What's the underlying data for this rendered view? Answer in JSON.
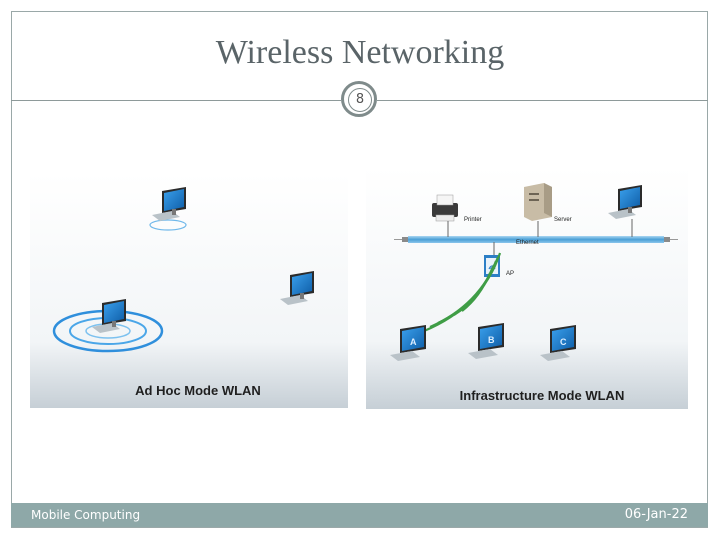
{
  "slide": {
    "title": "Wireless Networking",
    "page_number": "8"
  },
  "left_figure": {
    "caption": "Ad Hoc Mode WLAN"
  },
  "right_figure": {
    "caption": "Infrastructure Mode WLAN",
    "labels": {
      "printer": "Printer",
      "server": "Server",
      "ethernet": "Ethernet",
      "ap": "AP",
      "a": "A",
      "b": "B",
      "c": "C"
    }
  },
  "footer": {
    "left": "Mobile Computing",
    "right": "06-Jan-22"
  },
  "colors": {
    "footer_bar": "#8ea8a8",
    "title_text": "#5a6468",
    "monitor_blue": "#1e7fd0",
    "ethernet_cable": "#6fb5e0",
    "wave_green": "#3f9d46"
  }
}
